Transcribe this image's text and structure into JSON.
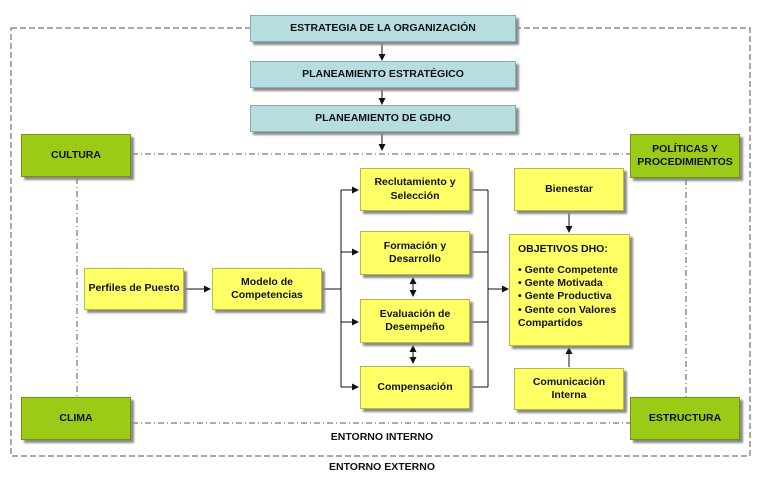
{
  "top": {
    "strategy": "ESTRATEGIA DE LA ORGANIZACIÓN",
    "strategic_planning": "PLANEAMIENTO ESTRATÉGICO",
    "gdho_planning": "PLANEAMIENTO DE GDHO"
  },
  "corners": {
    "culture": "CULTURA",
    "policies": "POLÍTICAS Y PROCEDIMIENTOS",
    "climate": "CLIMA",
    "structure": "ESTRUCTURA"
  },
  "flow": {
    "profiles": "Perfiles de Puesto",
    "competency_model": "Modelo de Competencias",
    "recruitment": "Reclutamiento y Selección",
    "training": "Formación y Desarrollo",
    "evaluation": "Evaluación de Desempeño",
    "compensation": "Compensación",
    "wellbeing": "Bienestar",
    "communication": "Comunicación Interna"
  },
  "objectives": {
    "title": "OBJETIVOS DHO:",
    "items": [
      "• Gente Competente",
      "• Gente Motivada",
      "• Gente Productiva",
      "• Gente con Valores Compartidos"
    ]
  },
  "environment": {
    "internal": "ENTORNO INTERNO",
    "external": "ENTORNO EXTERNO"
  }
}
